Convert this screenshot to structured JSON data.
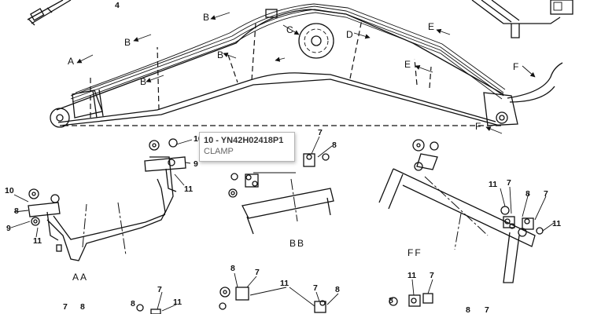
{
  "views": {
    "bb": "BB",
    "aa": "AA",
    "ff": "FF"
  },
  "markers": {
    "a": "A",
    "b": "B",
    "c": "C",
    "d": "D",
    "e": "E",
    "f": "F"
  },
  "callouts": {
    "n4": "4",
    "n7": "7",
    "n8": "8",
    "n9": "9",
    "n10": "10",
    "n11": "11"
  },
  "tooltip": {
    "item": "10",
    "separator": "-",
    "part_number": "YN42H02418P1",
    "title": "10 - YN42H02418P1",
    "description": "CLAMP"
  }
}
